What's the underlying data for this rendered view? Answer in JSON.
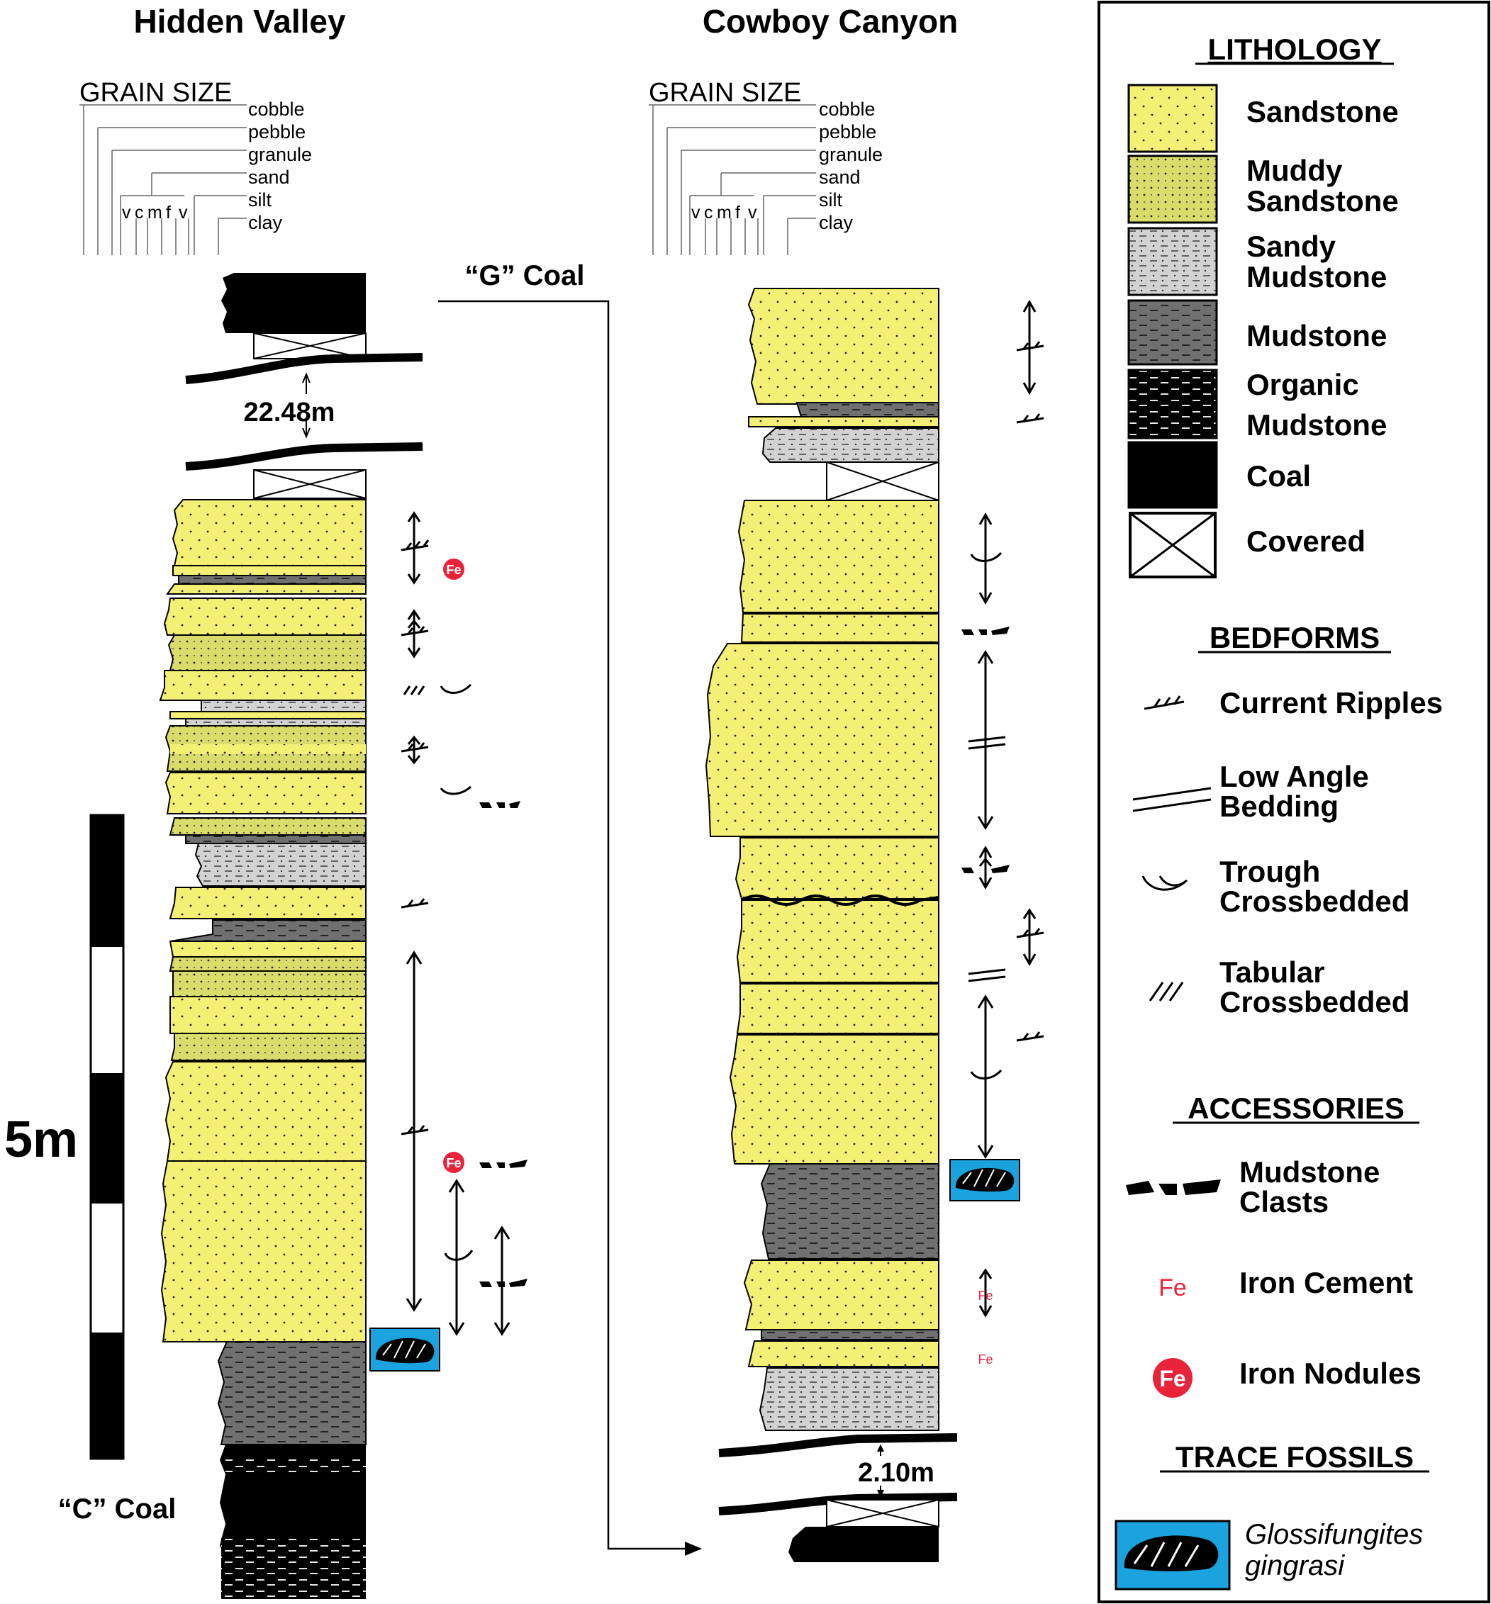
{
  "sections": {
    "hidden_valley": {
      "title": "Hidden Valley",
      "thickness_label": "22.48m",
      "coal_label": "“C” Coal"
    },
    "cowboy_canyon": {
      "title": "Cowboy Canyon",
      "thickness_label": "2.10m"
    },
    "correlation_label": "“G” Coal"
  },
  "grain_size": {
    "heading": "GRAIN SIZE",
    "classes": [
      "cobble",
      "pebble",
      "granule",
      "sand",
      "silt",
      "clay"
    ],
    "sand_subclasses": [
      "v",
      "c",
      "m",
      "f",
      "v"
    ]
  },
  "scale_bar": {
    "label": "5m"
  },
  "legend": {
    "lithology": {
      "heading": "LITHOLOGY",
      "items": [
        {
          "id": "sandstone",
          "label": [
            "Sandstone"
          ],
          "color": "#f4f075"
        },
        {
          "id": "muddy-sandstone",
          "label": [
            "Muddy",
            "Sandstone"
          ],
          "color": "#d9dc6b"
        },
        {
          "id": "sandy-mudstone",
          "label": [
            "Sandy",
            "Mudstone"
          ],
          "color": "#d2d2d2"
        },
        {
          "id": "mudstone",
          "label": [
            "Mudstone"
          ],
          "color": "#707070"
        },
        {
          "id": "organic-mudstone",
          "label": [
            "Organic",
            "Mudstone"
          ],
          "color": "#000000"
        },
        {
          "id": "coal",
          "label": [
            "Coal"
          ],
          "color": "#000000"
        },
        {
          "id": "covered",
          "label": [
            "Covered"
          ],
          "color": "#ffffff"
        }
      ]
    },
    "bedforms": {
      "heading": "BEDFORMS",
      "items": [
        {
          "id": "current-ripples",
          "label": [
            "Current Ripples"
          ]
        },
        {
          "id": "low-angle-bedding",
          "label": [
            "Low Angle",
            "Bedding"
          ]
        },
        {
          "id": "trough-crossbedded",
          "label": [
            "Trough",
            "Crossbedded"
          ]
        },
        {
          "id": "tabular-crossbedded",
          "label": [
            "Tabular",
            "Crossbedded"
          ]
        }
      ]
    },
    "accessories": {
      "heading": "ACCESSORIES",
      "items": [
        {
          "id": "mudstone-clasts",
          "label": [
            "Mudstone",
            "Clasts"
          ]
        },
        {
          "id": "iron-cement",
          "label": [
            "Iron Cement"
          ],
          "symbol": "Fe",
          "color": "#e8233a"
        },
        {
          "id": "iron-nodules",
          "label": [
            "Iron Nodules"
          ],
          "symbol": "Fe",
          "color": "#e8233a"
        }
      ]
    },
    "trace_fossils": {
      "heading": "TRACE FOSSILS",
      "items": [
        {
          "id": "glossifungites",
          "label": [
            "Glossifungites",
            "gingrasi"
          ],
          "color": "#1ba3e0"
        }
      ]
    }
  }
}
